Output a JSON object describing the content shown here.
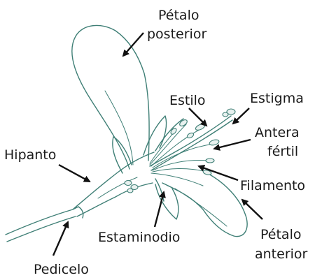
{
  "labels": {
    "petalo_posterior": [
      "Pétalo",
      "posterior"
    ],
    "estilo": "Estilo",
    "estigma": "Estigma",
    "antera_fertil": [
      "Antera",
      "fértil"
    ],
    "hipanto": "Hipanto",
    "filamento": "Filamento",
    "estaminodio": "Estaminodio",
    "petalo_anterior": [
      "Pétalo",
      "anterior"
    ],
    "pedicelo": "Pedicelo"
  },
  "colors": {
    "ink": "#3f7f76",
    "text": "#1a1a1a",
    "arrow": "#111111"
  }
}
